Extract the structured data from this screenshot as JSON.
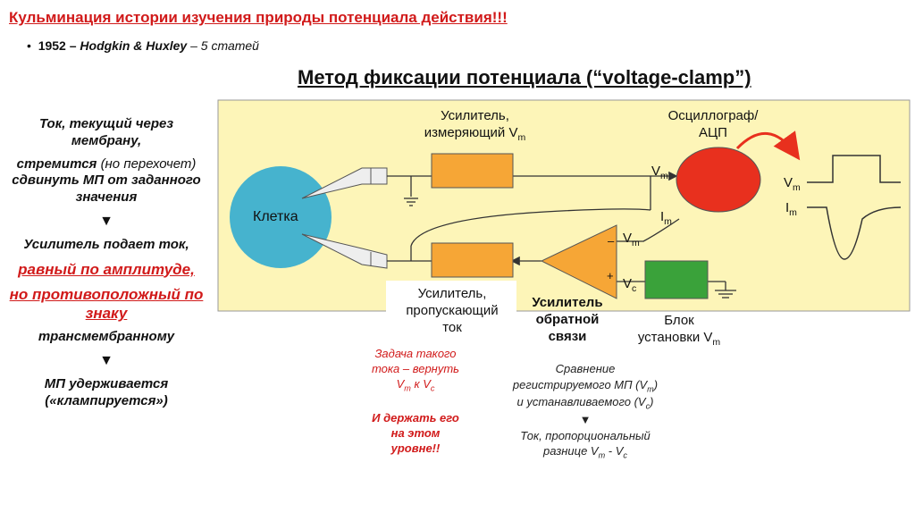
{
  "title": "Кульминация истории изучения природы потенциала действия!!!",
  "bullet": {
    "year": "1952 –",
    "authors": "Hodgkin & Huxley",
    "rest": "– 5 статей"
  },
  "method_title": "Метод фиксации потенциала (“voltage-clamp”)",
  "left": {
    "p1": "Ток, текущий через мембрану,",
    "p2a": "стремится",
    "p2b": "(но перехочет)",
    "p2c": "сдвинуть МП от заданного значения",
    "arrow": "▼",
    "p3": "Усилитель подает ток,",
    "p4": "равный по амплитуде,",
    "p5": "но противоположный по знаку",
    "p6": "трансмембранному",
    "p7": "МП удерживается («клампируется»)"
  },
  "diagram": {
    "cell": "Клетка",
    "amp_measure": {
      "line1": "Усилитель,",
      "line2": "измеряющий V",
      "sub": "m"
    },
    "osc": {
      "line1": "Осциллограф/",
      "line2": "АЦП"
    },
    "vm_in": {
      "base": "V",
      "sub": "m"
    },
    "im_in": {
      "base": "I",
      "sub": "m"
    },
    "vm_minus": {
      "base": "V",
      "sub": "m"
    },
    "vc_plus": {
      "base": "V",
      "sub": "c"
    },
    "out_vm": {
      "base": "V",
      "sub": "m"
    },
    "out_im": {
      "base": "I",
      "sub": "m"
    },
    "minus": "–",
    "plus": "+"
  },
  "amp_pass": {
    "l1": "Усилитель,",
    "l2": "пропускающий",
    "l3": "ток"
  },
  "feedback": {
    "l1": "Усилитель",
    "l2": "обратной",
    "l3": "связи"
  },
  "block": {
    "l1": "Блок",
    "l2": "установки V",
    "sub": "m"
  },
  "task": {
    "l1": "Задача такого",
    "l2": "тока – вернуть",
    "l3a": "V",
    "l3s": "m",
    "l3b": " к V",
    "l3s2": "c",
    "l4": "И держать его",
    "l5": "на этом",
    "l6": "уровне!!"
  },
  "compare": {
    "l1": "Сравнение",
    "l2a": "регистрируемого МП (V",
    "l2s": "m",
    "l2b": ")",
    "l3a": "и устанавливаемого (V",
    "l3s": "c",
    "l3b": ")",
    "arrow": "▼",
    "l4": "Ток, пропорциональный",
    "l5a": "разнице V",
    "l5s": "m",
    "l5b": " - V",
    "l5s2": "c"
  },
  "colors": {
    "panel": "#fdf5b8",
    "cell": "#46b3ce",
    "amp": "#f6a636",
    "osc": "#e8301e",
    "block": "#3aa23a",
    "red": "#d11a1a"
  }
}
